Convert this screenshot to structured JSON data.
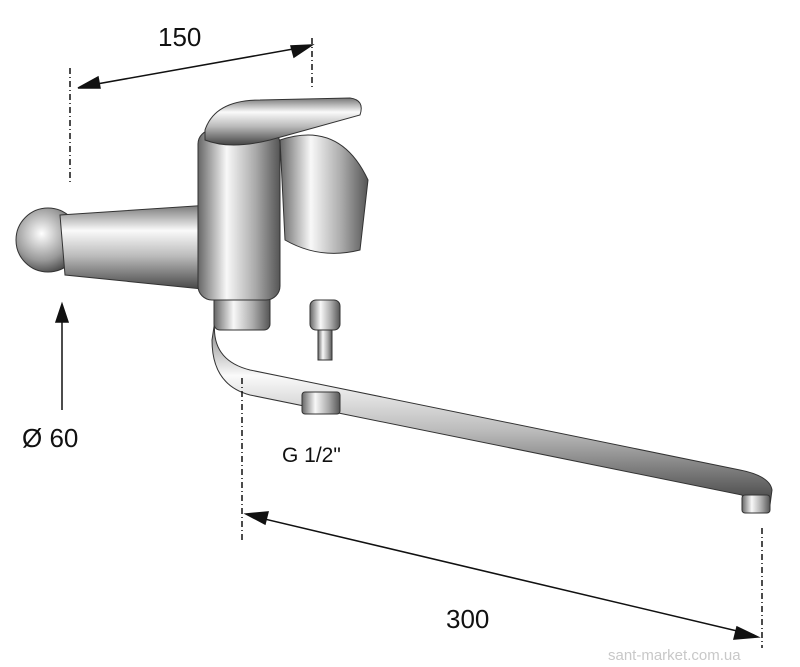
{
  "dimensions": {
    "reach_body": "150",
    "flange_diameter": "Ø 60",
    "outlet_thread": "G 1/2\"",
    "spout_length": "300"
  },
  "watermark": "sant-market.com.ua",
  "colors": {
    "line": "#111111",
    "chrome_dark": "#555555",
    "chrome_light": "#f4f4f4"
  }
}
